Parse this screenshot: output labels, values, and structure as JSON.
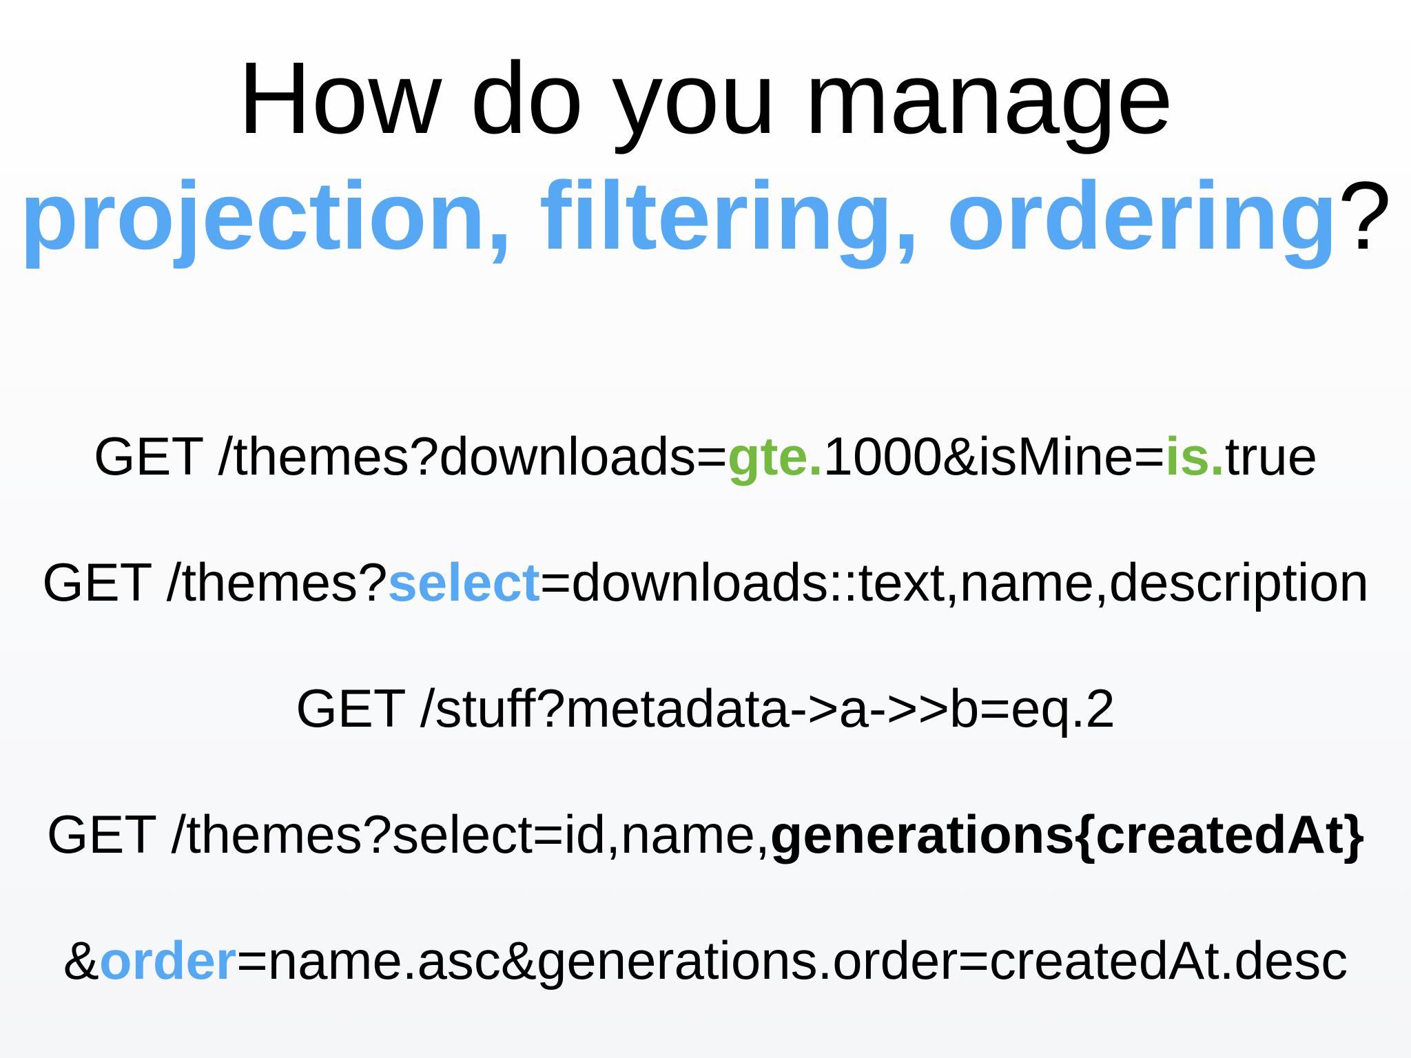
{
  "title": {
    "line1": "How do you manage",
    "line2_highlight": "projection, filtering, ordering",
    "line2_end": "?"
  },
  "lines": [
    {
      "parts": [
        "GET /themes?downloads=",
        "gte.",
        "1000&isMine=",
        "is.",
        "true"
      ]
    },
    {
      "parts": [
        "GET /themes?",
        "select",
        "=downloads::text,name,description"
      ]
    },
    {
      "parts": [
        "GET /stuff?metadata->a->>b=eq.2"
      ]
    },
    {
      "parts": [
        "GET /themes?select=id,name,",
        "generations{createdAt}"
      ]
    },
    {
      "parts": [
        "&",
        "order",
        "=name.asc&generations.order=createdAt.desc"
      ]
    }
  ],
  "colors": {
    "blue_highlight": "#56a8f5",
    "green_highlight": "#74ba3f",
    "text": "#000000",
    "background": "#ffffff"
  }
}
